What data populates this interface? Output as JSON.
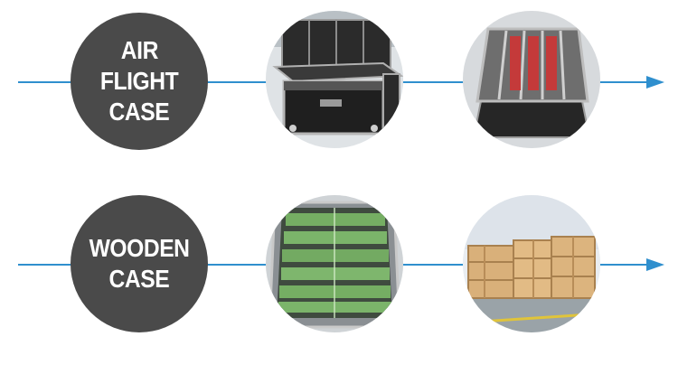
{
  "rows": [
    {
      "label_lines": [
        "AIR",
        "FLIGHT",
        "CASE"
      ]
    },
    {
      "label_lines": [
        "WOODEN",
        "CASE"
      ]
    }
  ],
  "colors": {
    "line": "#2f8fce",
    "circle": "#4a4a4a",
    "label_text": "#ffffff"
  },
  "photos": [
    {
      "icon": "stacked-flight-cases-photo"
    },
    {
      "icon": "open-flight-case-photo"
    },
    {
      "icon": "wrapped-panels-in-case-photo"
    },
    {
      "icon": "wooden-crates-photo"
    }
  ]
}
